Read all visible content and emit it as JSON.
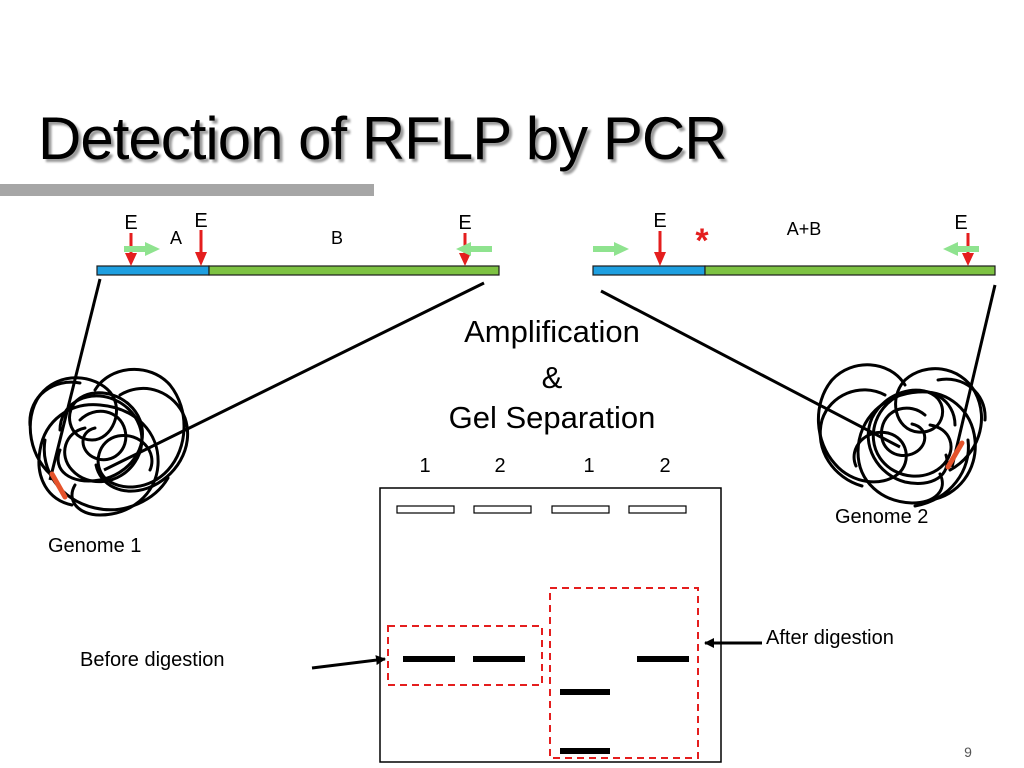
{
  "slide": {
    "title": "Detection of RFLP by PCR",
    "page_number": "9"
  },
  "genome1_map": {
    "site_label": "E",
    "fragment_a": "A",
    "fragment_b": "B"
  },
  "genome2_map": {
    "site_label": "E",
    "fragment_ab": "A+B",
    "mutation_mark": "*"
  },
  "genomes": {
    "genome1_label": "Genome 1",
    "genome2_label": "Genome 2"
  },
  "process": {
    "line1": "Amplification",
    "line2": "&",
    "line3": "Gel Separation"
  },
  "gel": {
    "lane_labels": [
      "1",
      "2",
      "1",
      "2"
    ],
    "before_label": "Before digestion",
    "after_label": "After digestion"
  },
  "colors": {
    "fragment_a": "#1e9fe0",
    "fragment_b": "#7dc242",
    "restriction_arrow": "#e41e1e",
    "primer_arrow": "#8fe38f",
    "marked_region": "#e5532b",
    "dashed_box": "#e41e1e"
  }
}
